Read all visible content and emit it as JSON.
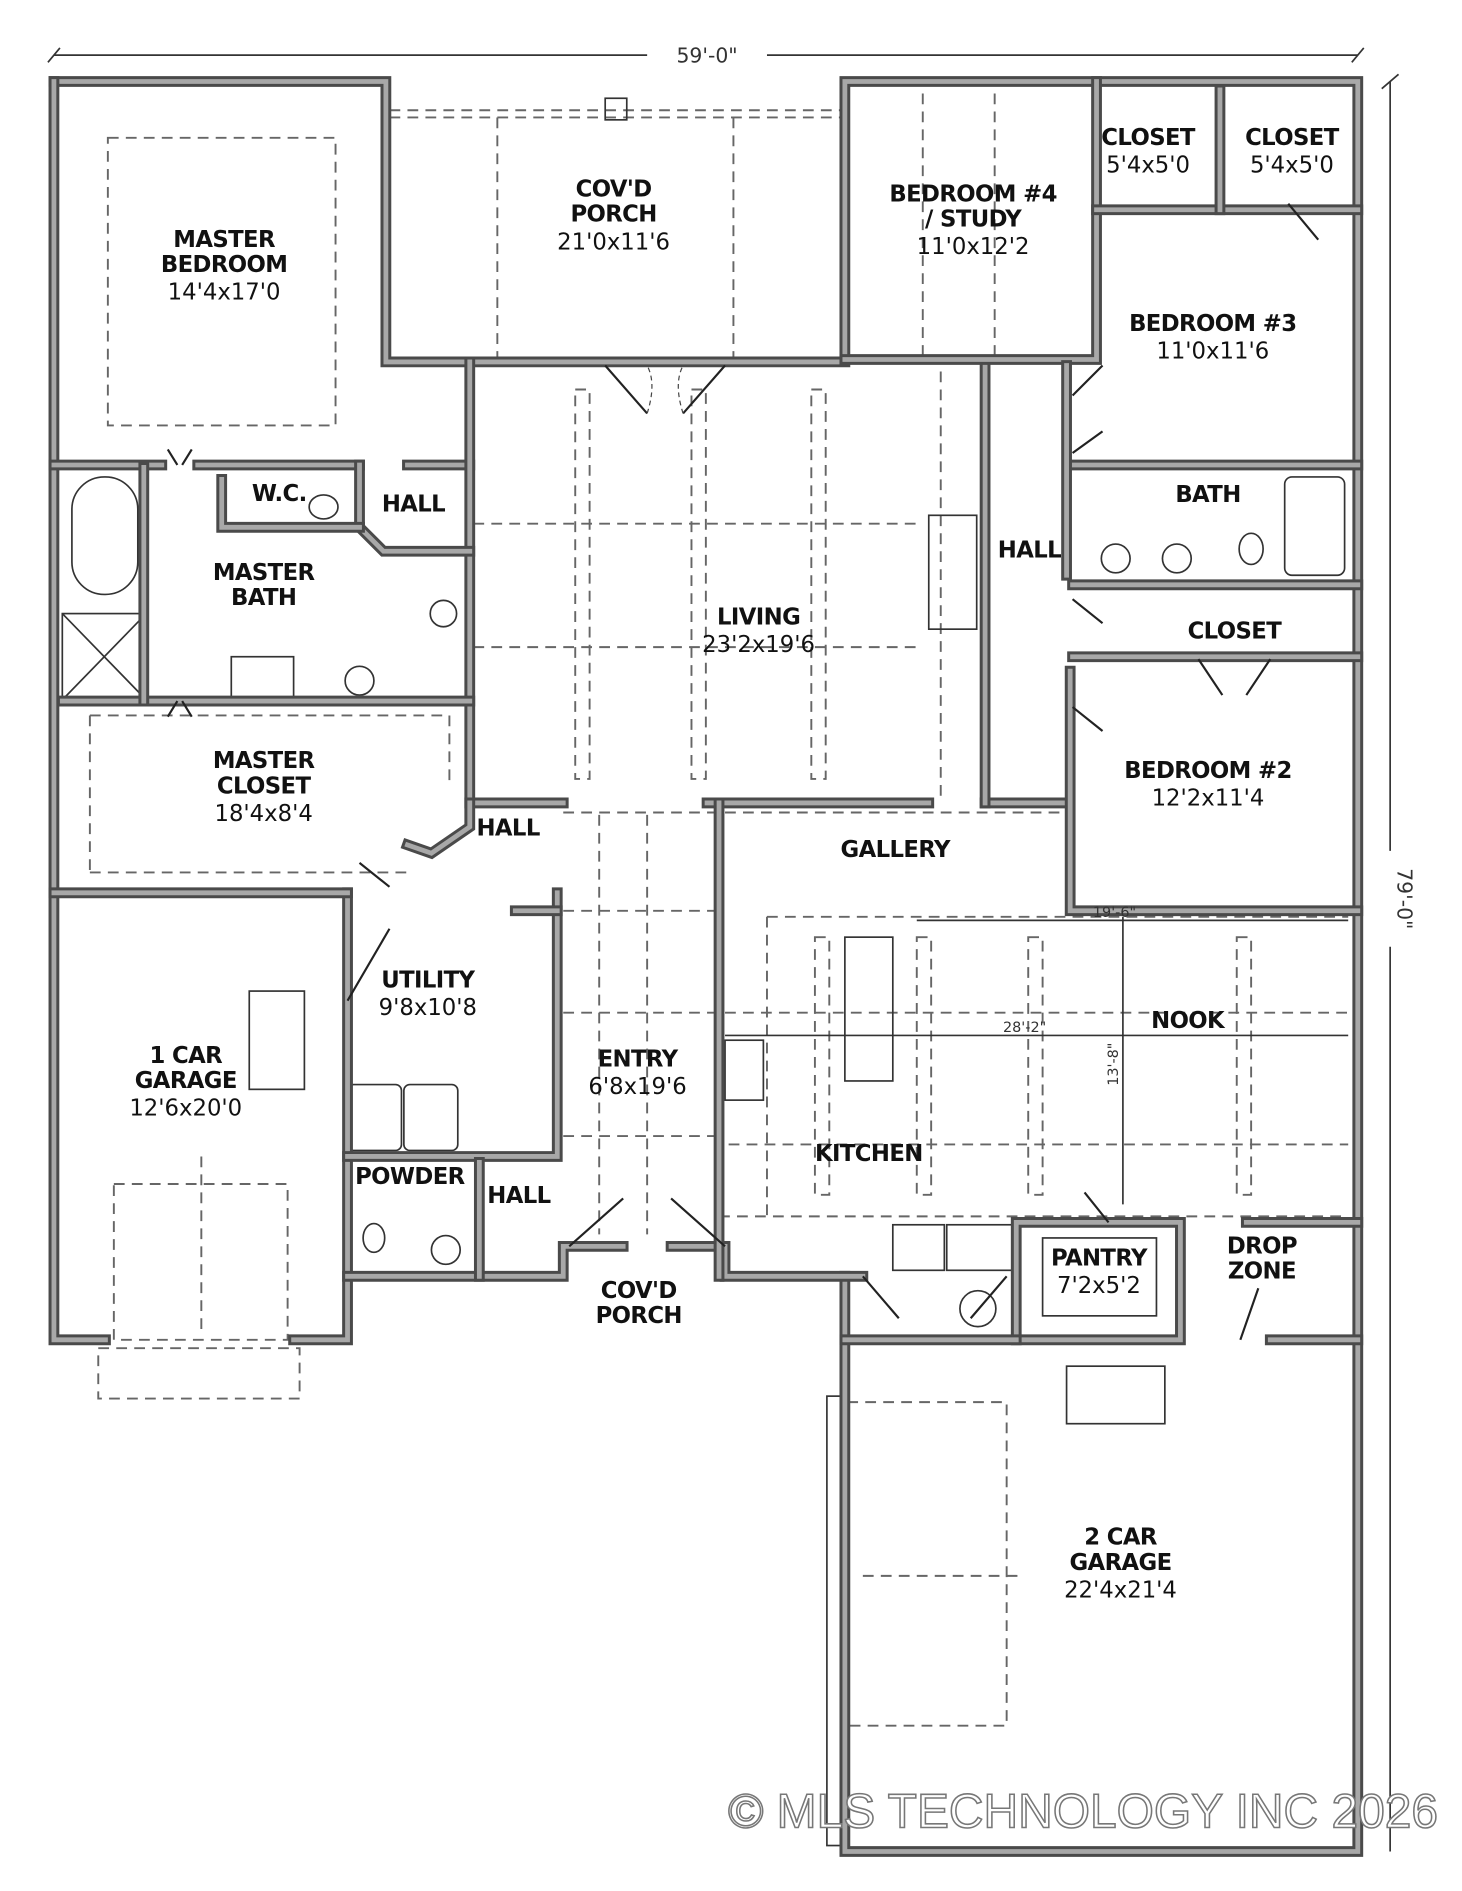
{
  "dimensions": {
    "overall_width": "59'-0\"",
    "overall_depth": "79'-0\"",
    "nook_width": "19'-6\"",
    "kitchen_nook_width": "28'-2\"",
    "kitchen_nook_depth": "13'-8\""
  },
  "rooms": [
    {
      "id": "master-bedroom",
      "lines": [
        "MASTER",
        "BEDROOM"
      ],
      "size": "14'4x17'0"
    },
    {
      "id": "front-covd-porch",
      "lines": [
        "COV'D",
        "PORCH"
      ],
      "size": "21'0x11'6"
    },
    {
      "id": "bedroom-4-study",
      "lines": [
        "BEDROOM #4",
        "/ STUDY"
      ],
      "size": "11'0x12'2"
    },
    {
      "id": "closet-1",
      "lines": [
        "CLOSET"
      ],
      "size": "5'4x5'0"
    },
    {
      "id": "closet-2",
      "lines": [
        "CLOSET"
      ],
      "size": "5'4x5'0"
    },
    {
      "id": "bedroom-3",
      "lines": [
        "BEDROOM #3"
      ],
      "size": "11'0x11'6"
    },
    {
      "id": "wc",
      "lines": [
        "W.C."
      ],
      "size": ""
    },
    {
      "id": "hall-master",
      "lines": [
        "HALL"
      ],
      "size": ""
    },
    {
      "id": "master-bath",
      "lines": [
        "MASTER",
        "BATH"
      ],
      "size": ""
    },
    {
      "id": "bath",
      "lines": [
        "BATH"
      ],
      "size": ""
    },
    {
      "id": "hall-bedrooms",
      "lines": [
        "HALL"
      ],
      "size": ""
    },
    {
      "id": "closet-hall",
      "lines": [
        "CLOSET"
      ],
      "size": ""
    },
    {
      "id": "living",
      "lines": [
        "LIVING"
      ],
      "size": "23'2x19'6"
    },
    {
      "id": "bedroom-2",
      "lines": [
        "BEDROOM #2"
      ],
      "size": "12'2x11'4"
    },
    {
      "id": "master-closet",
      "lines": [
        "MASTER",
        "CLOSET"
      ],
      "size": "18'4x8'4"
    },
    {
      "id": "hall-utility",
      "lines": [
        "HALL"
      ],
      "size": ""
    },
    {
      "id": "gallery",
      "lines": [
        "GALLERY"
      ],
      "size": ""
    },
    {
      "id": "utility",
      "lines": [
        "UTILITY"
      ],
      "size": "9'8x10'8"
    },
    {
      "id": "one-car-garage",
      "lines": [
        "1 CAR",
        "GARAGE"
      ],
      "size": "12'6x20'0"
    },
    {
      "id": "entry",
      "lines": [
        "ENTRY"
      ],
      "size": "6'8x19'6"
    },
    {
      "id": "nook",
      "lines": [
        "NOOK"
      ],
      "size": ""
    },
    {
      "id": "kitchen",
      "lines": [
        "KITCHEN"
      ],
      "size": ""
    },
    {
      "id": "powder",
      "lines": [
        "POWDER"
      ],
      "size": ""
    },
    {
      "id": "hall-powder",
      "lines": [
        "HALL"
      ],
      "size": ""
    },
    {
      "id": "pantry",
      "lines": [
        "PANTRY"
      ],
      "size": "7'2x5'2"
    },
    {
      "id": "drop-zone",
      "lines": [
        "DROP",
        "ZONE"
      ],
      "size": ""
    },
    {
      "id": "entry-covd-porch",
      "lines": [
        "COV'D",
        "PORCH"
      ],
      "size": ""
    },
    {
      "id": "two-car-garage",
      "lines": [
        "2 CAR",
        "GARAGE"
      ],
      "size": "22'4x21'4"
    }
  ],
  "watermark": "© MLS TECHNOLOGY INC 2026",
  "colors": {
    "wall_outline": "#4a4a4a",
    "wall_fill": "#a8a8a8",
    "linework": "#333333"
  }
}
